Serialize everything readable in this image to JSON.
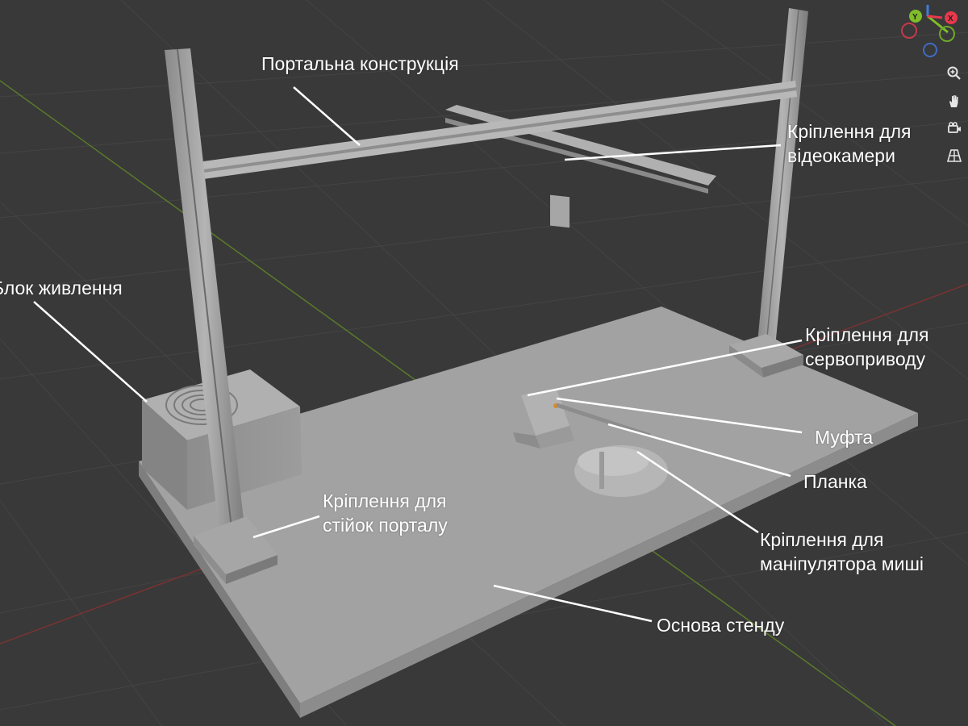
{
  "labels": {
    "gantry": "Портальна конструкція",
    "camera_mount_line1": "Кріплення для",
    "camera_mount_line2": "відеокамери",
    "power_supply": "Блок живлення",
    "servo_mount_line1": "Кріплення для",
    "servo_mount_line2": "сервоприводу",
    "coupling": "Муфта",
    "plank": "Планка",
    "mouse_mount_line1": "Кріплення для",
    "mouse_mount_line2": "маніпулятора миші",
    "post_mount_line1": "Кріплення для",
    "post_mount_line2": "стійок порталу",
    "base": "Основа стенду"
  },
  "gizmo": {
    "x_label": "X",
    "y_label": "Y",
    "x_color": "#e8394c",
    "y_color": "#7fbd2a",
    "z_color": "#3f7ed6"
  },
  "nav_icons": [
    "zoom-icon",
    "pan-hand-icon",
    "camera-view-icon",
    "perspective-grid-icon"
  ]
}
